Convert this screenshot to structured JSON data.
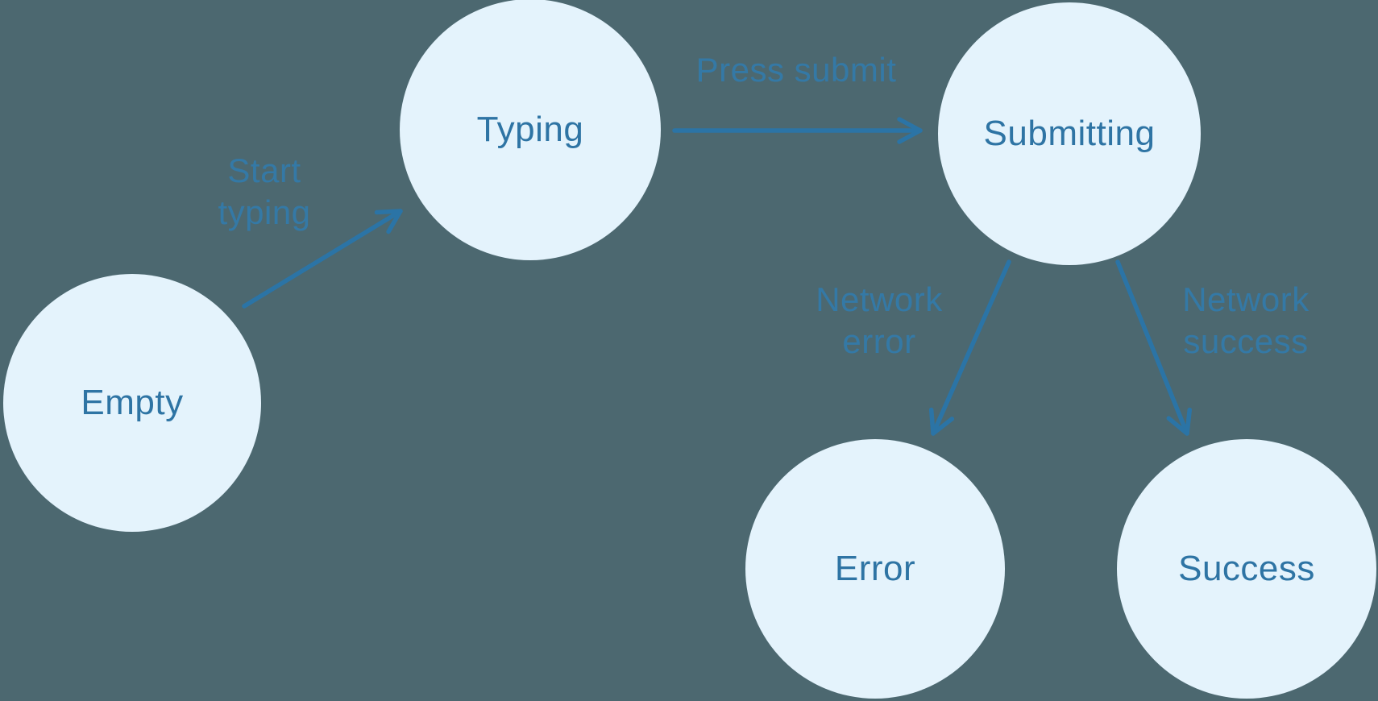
{
  "diagram": {
    "title": "form submission state machine",
    "colors": {
      "background": "#4C6870",
      "node_fill": "#E4F3FC",
      "node_text": "#2E74A4",
      "edge_stroke": "#2B74A6",
      "edge_label_text": "#337BAB"
    },
    "nodes": [
      {
        "id": "empty",
        "label": "Empty"
      },
      {
        "id": "typing",
        "label": "Typing"
      },
      {
        "id": "submitting",
        "label": "Submitting"
      },
      {
        "id": "error",
        "label": "Error"
      },
      {
        "id": "success",
        "label": "Success"
      }
    ],
    "edges": [
      {
        "from": "empty",
        "to": "typing",
        "label": "Start typing",
        "label_lines": [
          "Start",
          "typing"
        ]
      },
      {
        "from": "typing",
        "to": "submitting",
        "label": "Press submit",
        "label_lines": [
          "Press submit"
        ]
      },
      {
        "from": "submitting",
        "to": "error",
        "label": "Network error",
        "label_lines": [
          "Network",
          "error"
        ]
      },
      {
        "from": "submitting",
        "to": "success",
        "label": "Network success",
        "label_lines": [
          "Network",
          "success"
        ]
      }
    ]
  }
}
